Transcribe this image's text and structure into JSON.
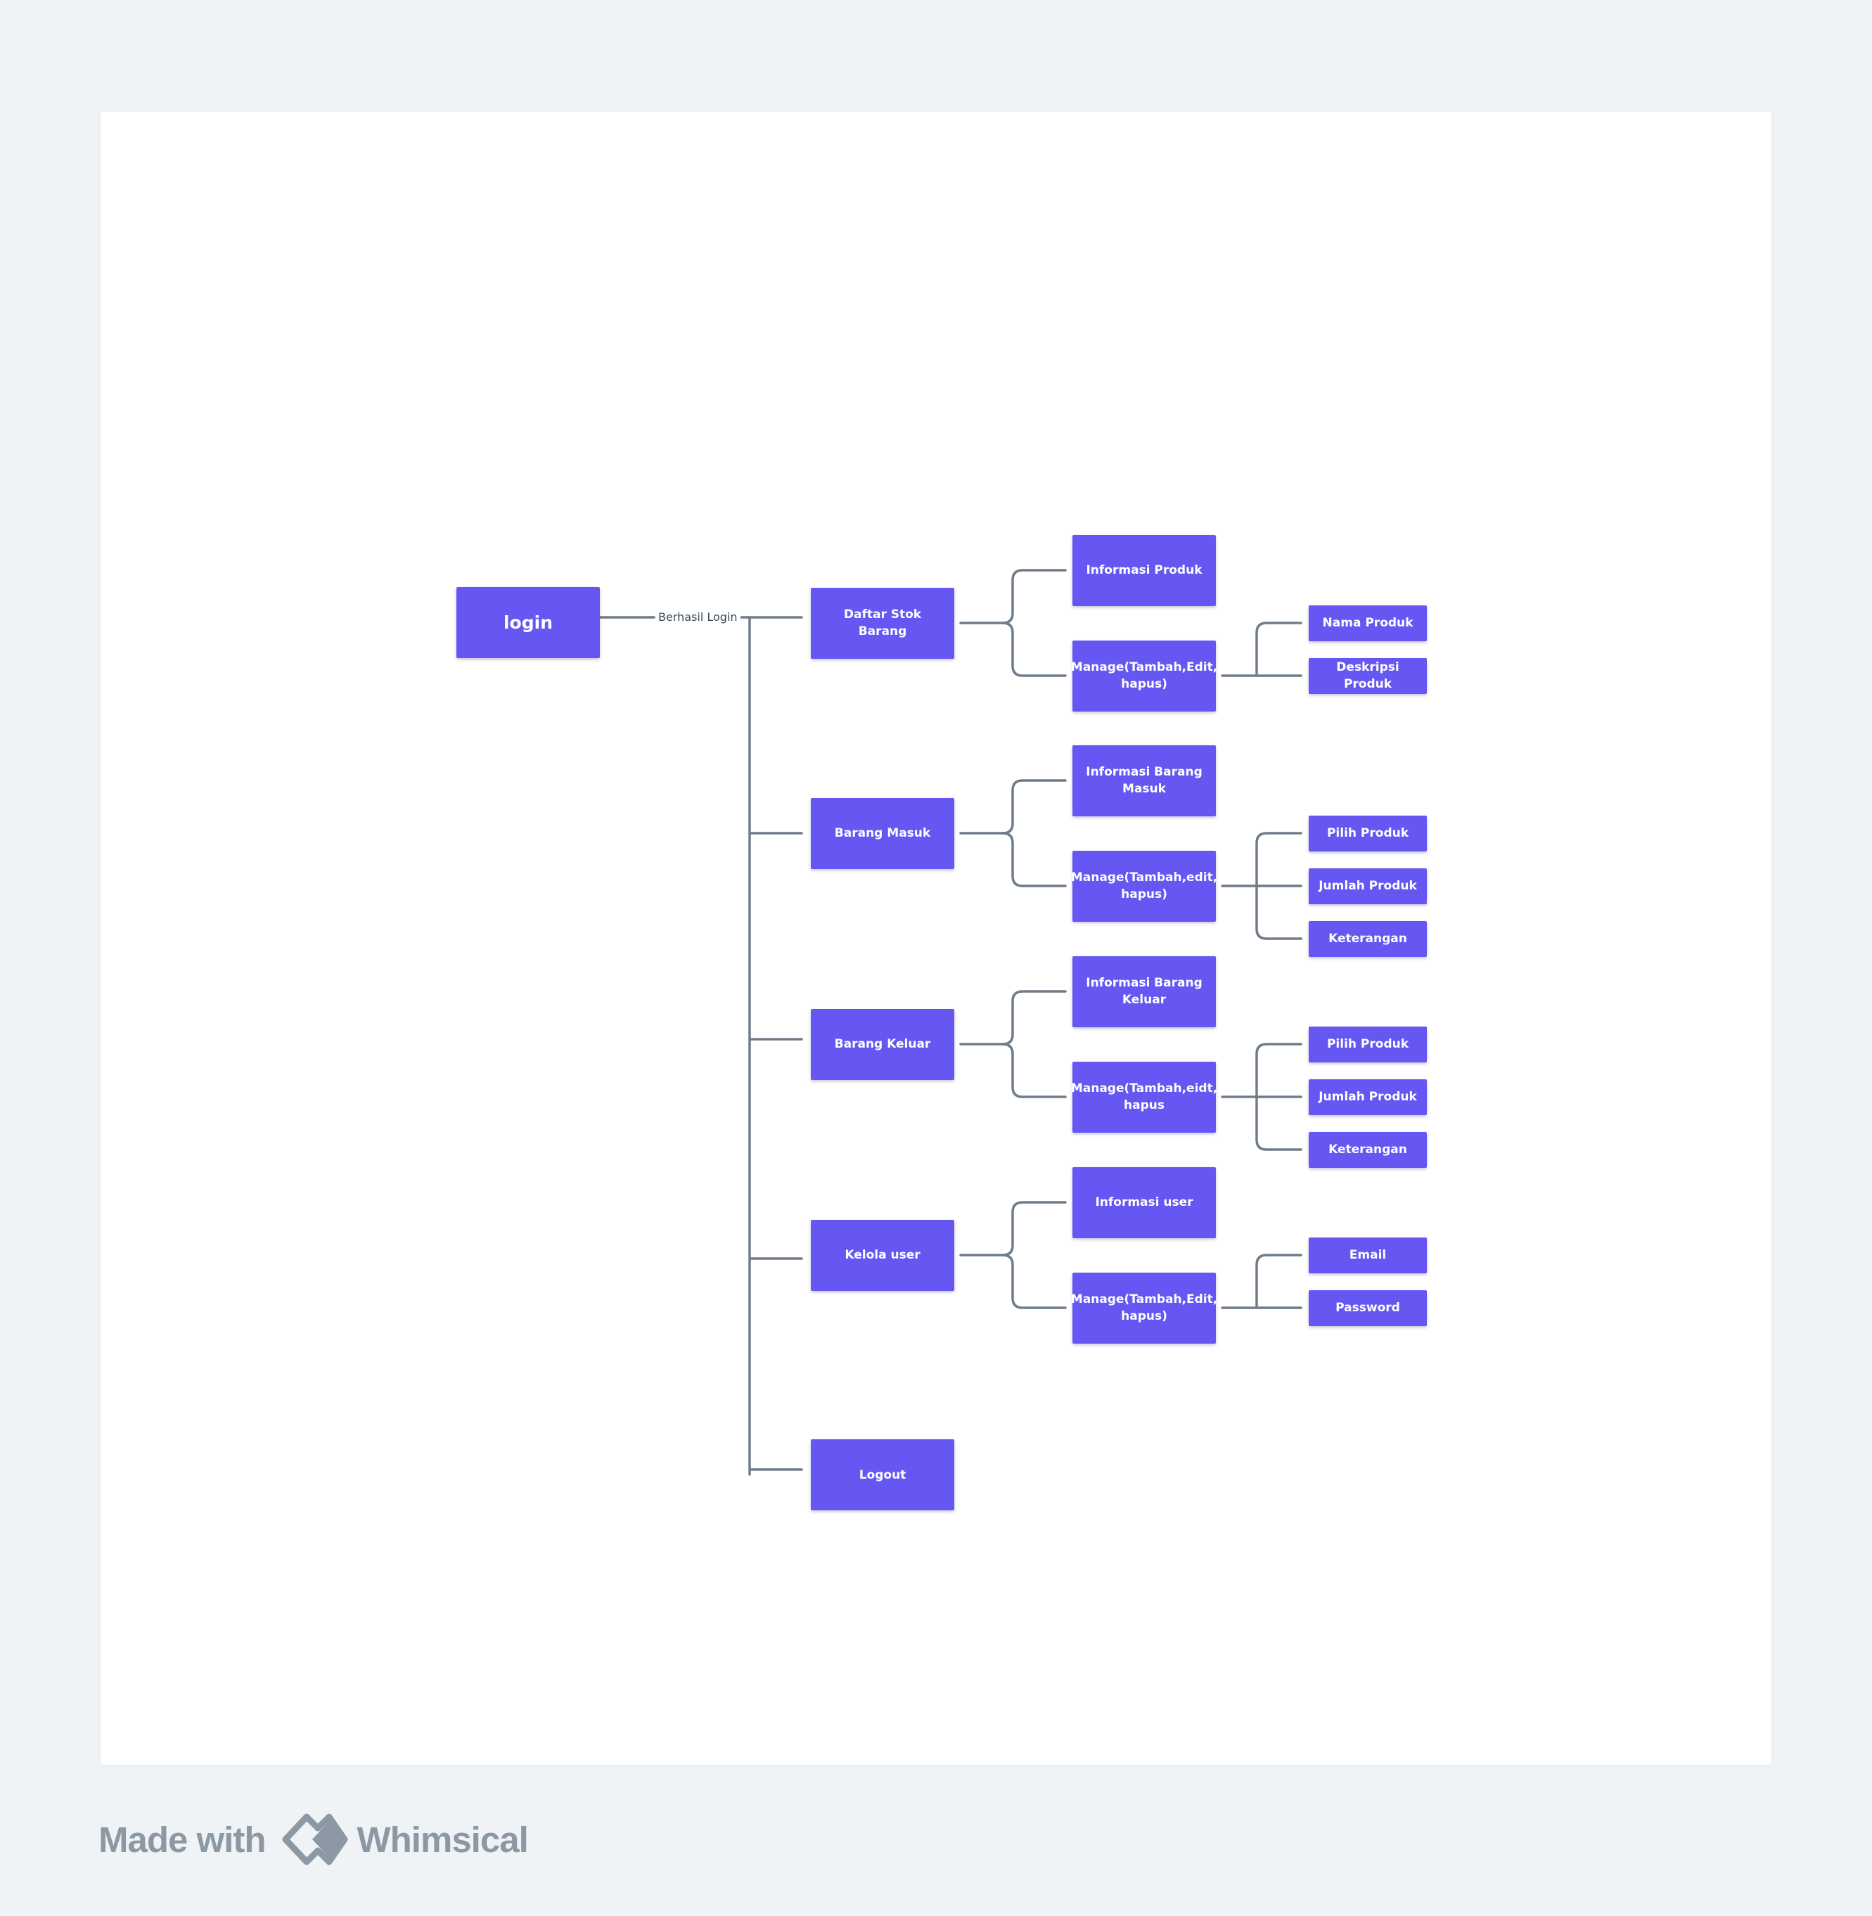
{
  "diagram": {
    "root": "login",
    "edge_label": "Berhasil Login",
    "menus": [
      {
        "label": "Daftar Stok Barang",
        "info": "Informasi Produk",
        "manage": "Manage(Tambah,Edit, hapus)",
        "fields": [
          "Nama Produk",
          "Deskripsi Produk"
        ]
      },
      {
        "label": "Barang Masuk",
        "info": "Informasi Barang Masuk",
        "manage": "Manage(Tambah,edit, hapus)",
        "fields": [
          "Pilih Produk",
          "Jumlah Produk",
          "Keterangan"
        ]
      },
      {
        "label": "Barang Keluar",
        "info": "Informasi Barang Keluar",
        "manage": "Manage(Tambah,eidt, hapus",
        "fields": [
          "Pilih Produk",
          "Jumlah Produk",
          "Keterangan"
        ]
      },
      {
        "label": "Kelola user",
        "info": "Informasi user",
        "manage": "Manage(Tambah,Edit, hapus)",
        "fields": [
          "Email",
          "Password"
        ]
      }
    ],
    "logout": "Logout",
    "colors": {
      "node": "#6657f2",
      "connector": "#6f7c89",
      "canvas": "#ffffff",
      "background": "#eff3f6"
    }
  },
  "footer": {
    "prefix": "Made with",
    "brand": "Whimsical",
    "logo_icon": "whimsical-logo-icon"
  }
}
